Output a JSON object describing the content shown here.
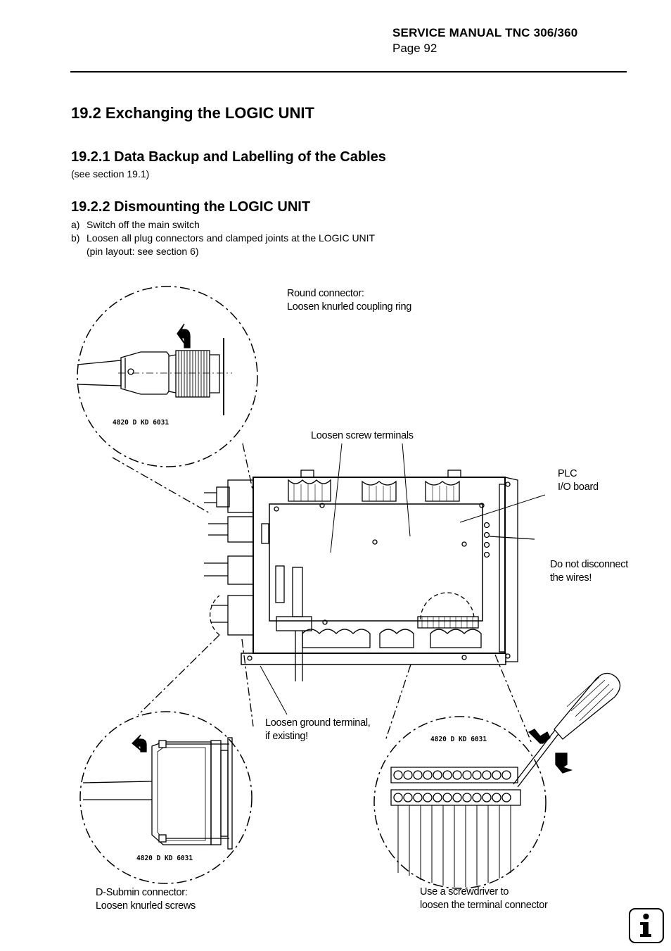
{
  "header": {
    "manual_title": "SERVICE MANUAL TNC 306/360",
    "page_label": "Page 92"
  },
  "section": {
    "title": "19.2 Exchanging the LOGIC UNIT",
    "backup": {
      "title": "19.2.1 Data Backup and Labelling of the Cables",
      "note": "(see section 19.1)"
    },
    "dismount": {
      "title": "19.2.2 Dismounting the LOGIC UNIT",
      "steps": [
        {
          "marker": "a)",
          "text": "Switch off the main switch"
        },
        {
          "marker": "b)",
          "text": "Loosen all plug connectors and clamped joints at the LOGIC UNIT",
          "subtext": "(pin layout: see section 6)"
        }
      ]
    }
  },
  "figure": {
    "labels": {
      "round_connector_1": "Round connector:",
      "round_connector_2": "Loosen knurled coupling ring",
      "screw_terminals": "Loosen screw terminals",
      "plc_1": "PLC",
      "plc_2": "I/O board",
      "do_not_1": "Do not disconnect",
      "do_not_2": "the wires!",
      "ground_1": "Loosen ground terminal,",
      "ground_2": "if existing!",
      "dsub_1": "D-Submin connector:",
      "dsub_2": "Loosen knurled screws",
      "screwdriver_1": "Use a screwdriver to",
      "screwdriver_2": "loosen the terminal connector",
      "part_code_top": "4820 D KD 6031",
      "part_code_bottom_left": "4820 D KD 6031",
      "part_code_bottom_right": "4820 D KD 6031"
    }
  },
  "footer": {
    "icon": "info-icon"
  }
}
